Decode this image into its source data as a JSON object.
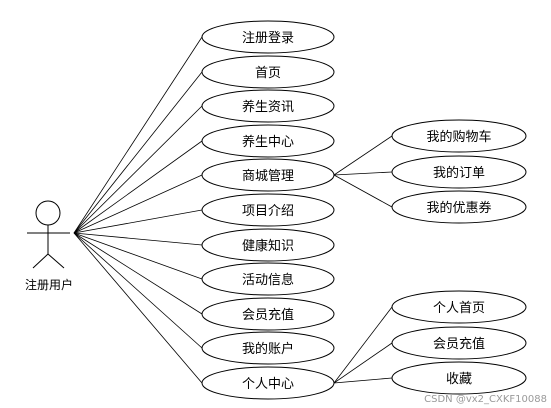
{
  "actor": {
    "label": "注册用户"
  },
  "use_cases": [
    {
      "id": "register-login",
      "label": "注册登录"
    },
    {
      "id": "home",
      "label": "首页"
    },
    {
      "id": "health-news",
      "label": "养生资讯"
    },
    {
      "id": "health-center",
      "label": "养生中心"
    },
    {
      "id": "mall-management",
      "label": "商城管理"
    },
    {
      "id": "project-intro",
      "label": "项目介绍"
    },
    {
      "id": "health-knowledge",
      "label": "健康知识"
    },
    {
      "id": "activity-info",
      "label": "活动信息"
    },
    {
      "id": "member-recharge",
      "label": "会员充值"
    },
    {
      "id": "my-account",
      "label": "我的账户"
    },
    {
      "id": "personal-center",
      "label": "个人中心"
    }
  ],
  "sub_use_cases": {
    "mall-management": [
      {
        "id": "my-cart",
        "label": "我的购物车"
      },
      {
        "id": "my-orders",
        "label": "我的订单"
      },
      {
        "id": "my-coupons",
        "label": "我的优惠券"
      }
    ],
    "personal-center": [
      {
        "id": "personal-home",
        "label": "个人首页"
      },
      {
        "id": "member-recharge-2",
        "label": "会员充值"
      },
      {
        "id": "favorites",
        "label": "收藏"
      }
    ]
  },
  "watermark": "CSDN @vx2_CXKF10088",
  "colors": {
    "stroke": "#000000",
    "fill": "#ffffff",
    "watermark": "#9a9a9a"
  }
}
